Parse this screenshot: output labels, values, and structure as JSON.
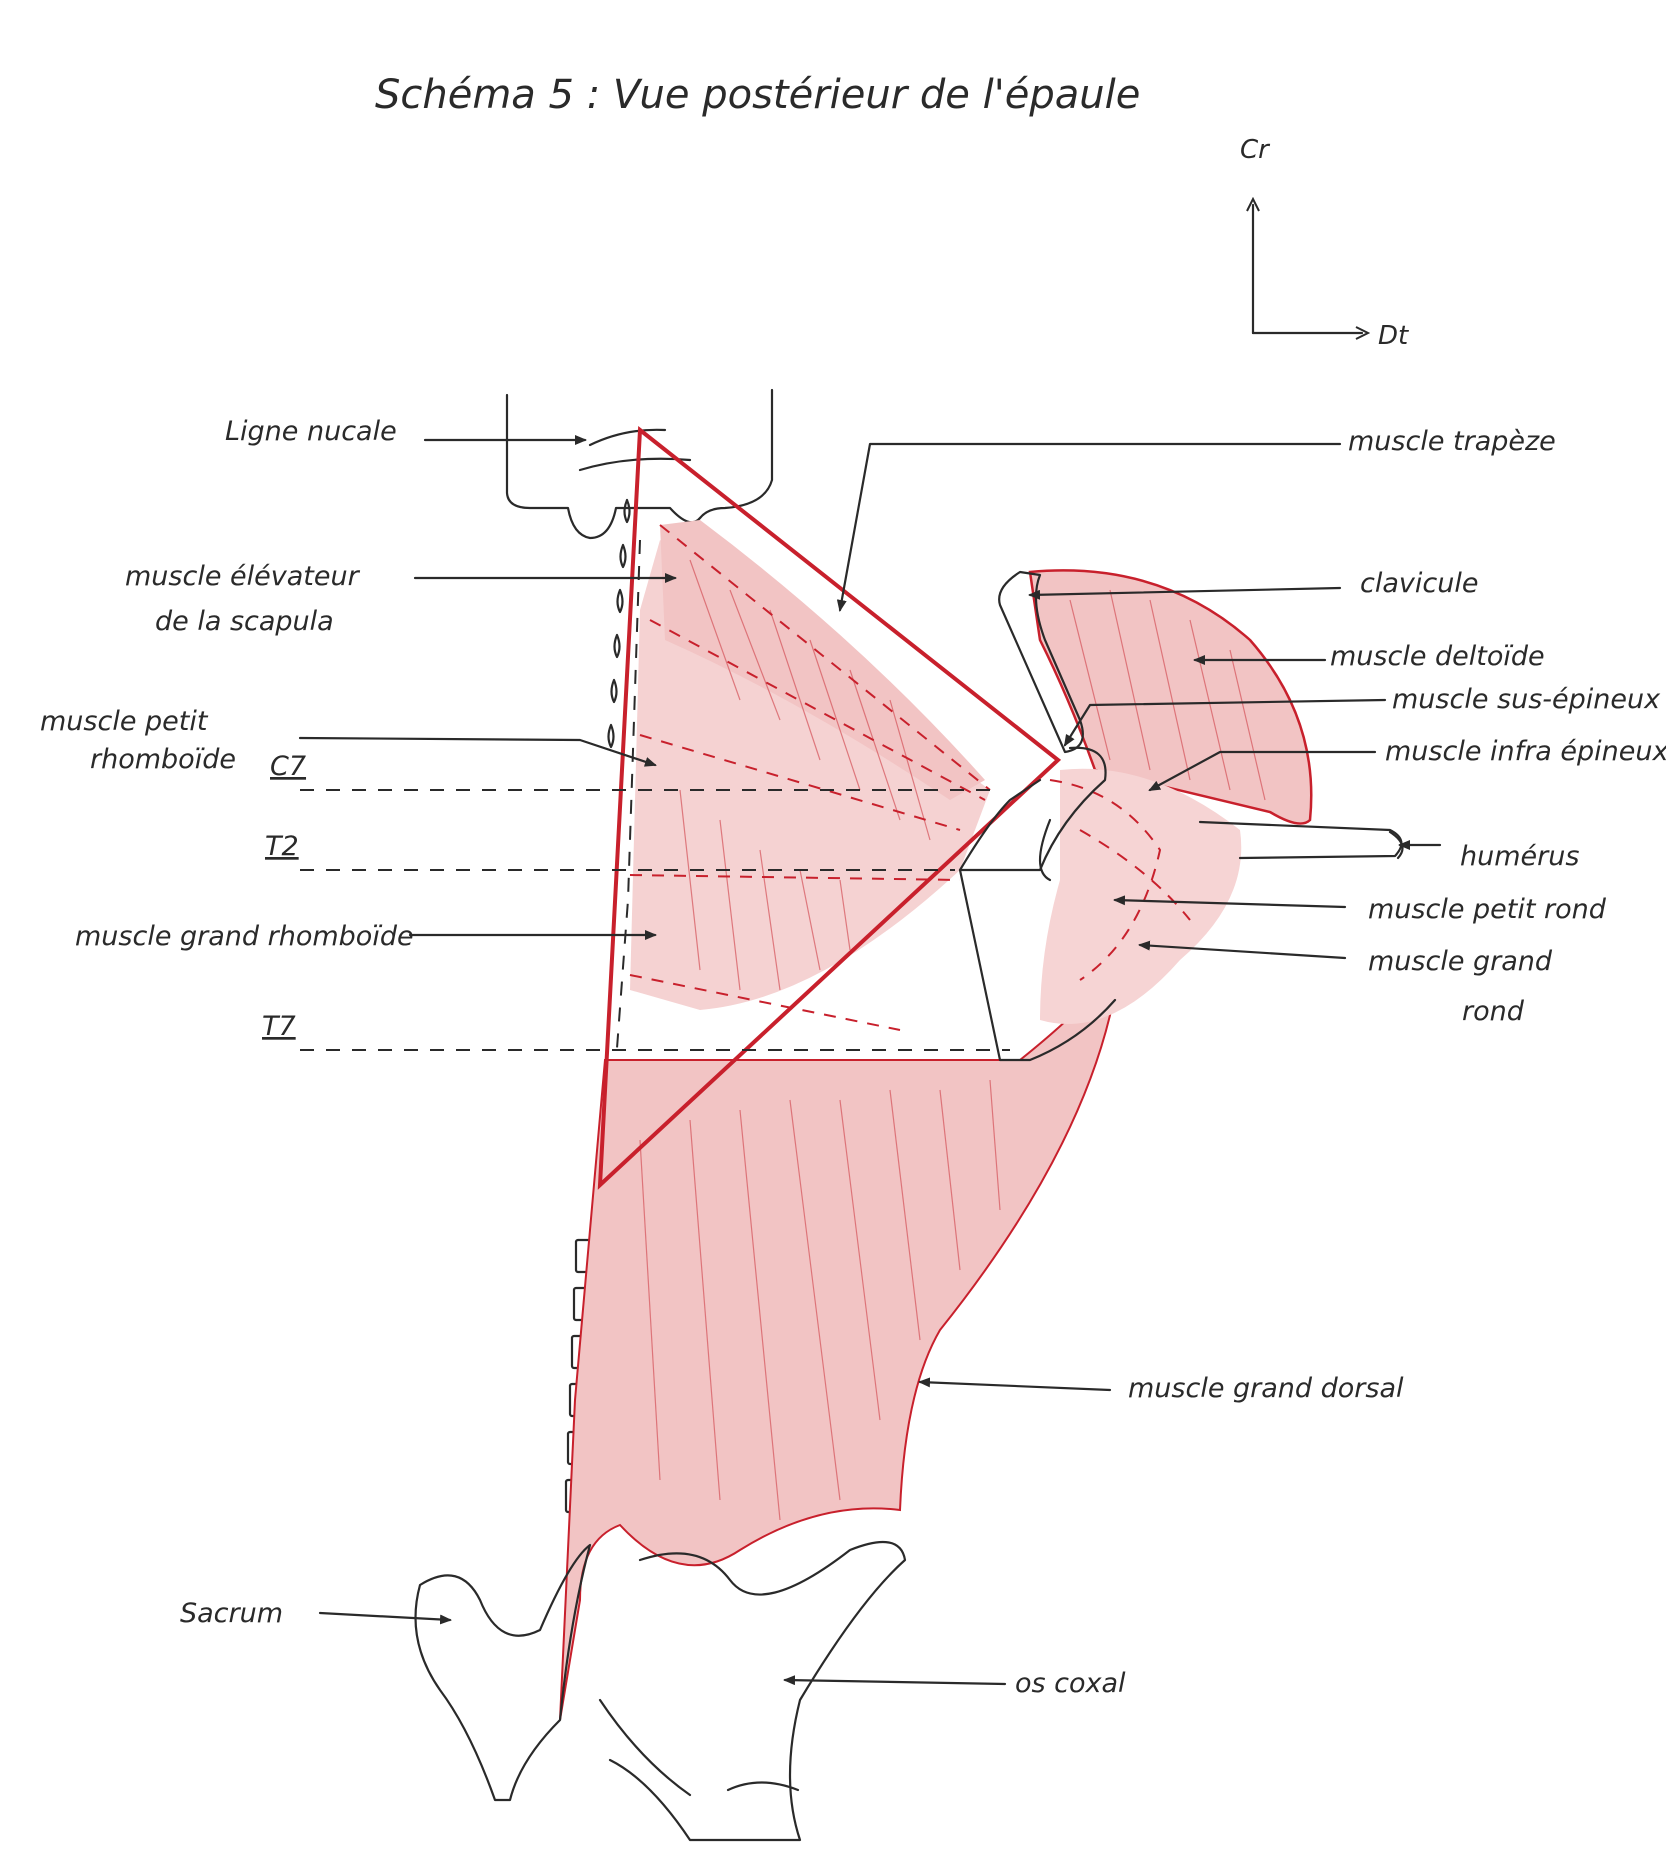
{
  "title": "Schéma 5 : Vue postérieur de l'épaule",
  "orientation": {
    "cranial_label": "Cr",
    "distal_label": "Dt"
  },
  "colors": {
    "muscle_fill": "#f2c4c4",
    "muscle_outline": "#c8202c",
    "ink": "#2a2a2a"
  },
  "left_labels": {
    "ligne_nucale": "Ligne nucale",
    "elevateur_line1": "muscle élévateur",
    "elevateur_line2": "de la scapula",
    "petit_rhomboide_line1": "muscle petit",
    "petit_rhomboide_line2": "rhomboïde",
    "grand_rhomboide": "muscle grand rhomboïde",
    "sacrum": "Sacrum"
  },
  "vertebral_levels": {
    "c7": "C7",
    "t2": "T2",
    "t7": "T7"
  },
  "right_labels": {
    "trapeze": "muscle trapèze",
    "clavicule": "clavicule",
    "deltoide": "muscle deltoïde",
    "sus_epineux": "muscle sus-épineux",
    "infra_epineux": "muscle infra épineux",
    "humerus": "humérus",
    "petit_rond": "muscle petit rond",
    "grand_rond_line1": "muscle grand",
    "grand_rond_line2": "rond",
    "grand_dorsal": "muscle grand dorsal",
    "os_coxal": "os coxal"
  }
}
